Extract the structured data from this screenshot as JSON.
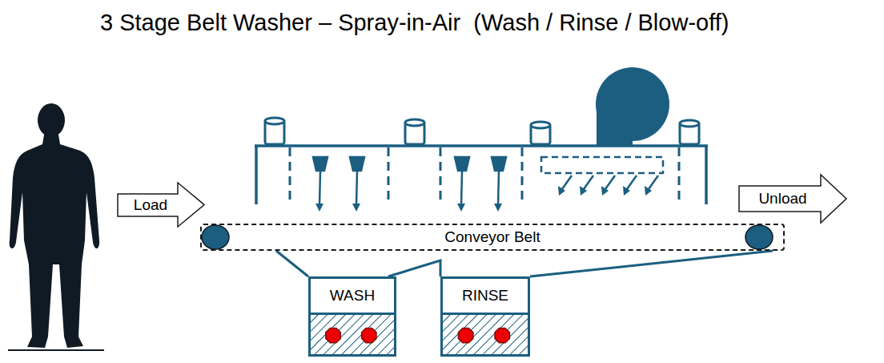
{
  "diagram": {
    "title": "3 Stage Belt Washer – Spray-in-Air  (Wash / Rinse / Blow-off)",
    "nodes": [
      {
        "text": [
          "Load"
        ]
      },
      {
        "text": [
          "Conveyor Belt"
        ]
      },
      {
        "text": [
          "Unload"
        ]
      },
      {
        "text": [
          "WASH"
        ]
      },
      {
        "text": [
          "RINSE"
        ]
      }
    ],
    "edges": [
      {
        "from": 1,
        "to": 3,
        "arrow": "none"
      },
      {
        "from": 1,
        "to": 4,
        "arrow": "none"
      }
    ]
  }
}
